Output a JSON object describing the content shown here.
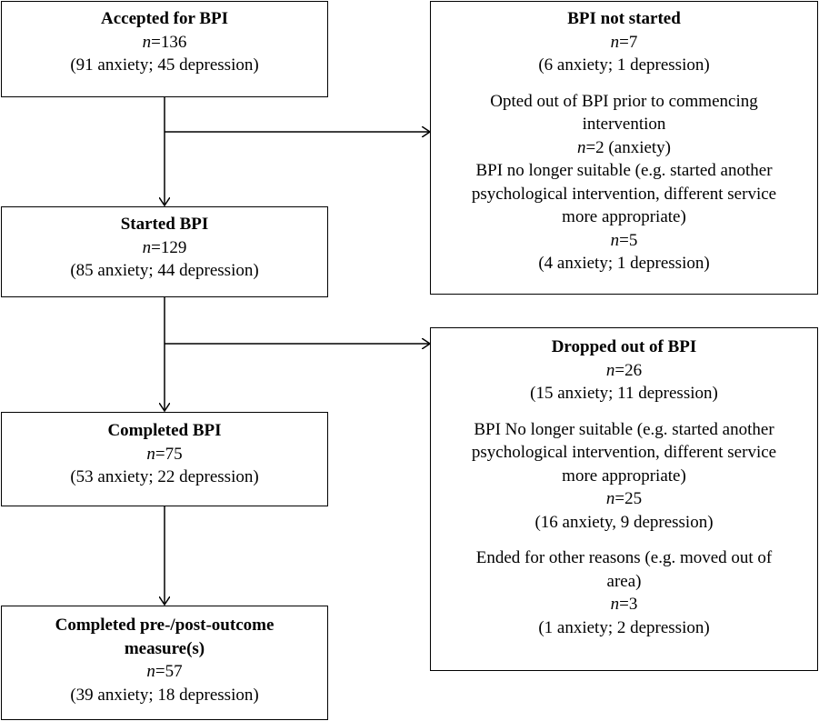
{
  "nodes": {
    "accepted": {
      "title": "Accepted for BPI",
      "n_label": "n",
      "n_value": "=136",
      "breakdown": "(91 anxiety; 45 depression)"
    },
    "started": {
      "title": "Started BPI",
      "n_label": "n",
      "n_value": "=129",
      "breakdown": "(85 anxiety; 44 depression)"
    },
    "completed": {
      "title": "Completed BPI",
      "n_label": "n",
      "n_value": "=75",
      "breakdown": "(53 anxiety; 22 depression)"
    },
    "outcome": {
      "title_line1": "Completed pre-/post-outcome",
      "title_line2": "measure(s)",
      "n_label": "n",
      "n_value": "=57",
      "breakdown": "(39 anxiety; 18 depression)"
    },
    "not_started": {
      "title": "BPI not started",
      "n_label": "n",
      "n_value": "=7",
      "breakdown": "(6 anxiety; 1 depression)",
      "reason1_line1": "Opted out of BPI prior to commencing",
      "reason1_line2": "intervention",
      "reason1_n_label": "n",
      "reason1_n_value": "=2 (anxiety)",
      "reason2_line1": "BPI no longer suitable (e.g. started another",
      "reason2_line2": "psychological intervention, different service",
      "reason2_line3": "more appropriate)",
      "reason2_n_label": "n",
      "reason2_n_value": "=5",
      "reason2_breakdown": "(4 anxiety; 1 depression)"
    },
    "dropped": {
      "title": "Dropped out of BPI",
      "n_label": "n",
      "n_value": "=26",
      "breakdown": "(15 anxiety; 11 depression)",
      "reason1_line1": "BPI No longer suitable (e.g. started another",
      "reason1_line2": "psychological intervention, different service",
      "reason1_line3": "more appropriate)",
      "reason1_n_label": "n",
      "reason1_n_value": "=25",
      "reason1_breakdown": "(16 anxiety, 9 depression)",
      "reason2_line1": "Ended for other reasons (e.g. moved out of",
      "reason2_line2": "area)",
      "reason2_n_label": "n",
      "reason2_n_value": "=3",
      "reason2_breakdown": "(1 anxiety; 2 depression)"
    }
  }
}
